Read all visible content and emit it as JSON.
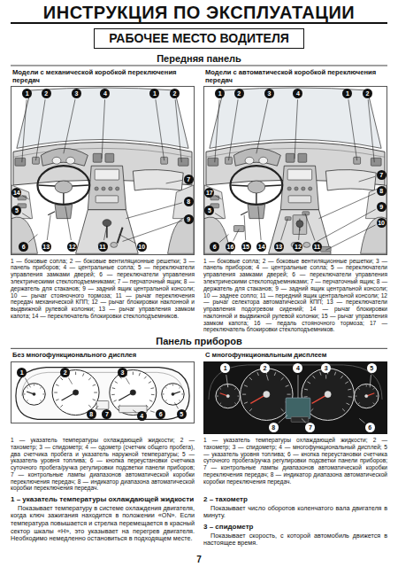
{
  "diagram": {
    "title": "ИНСТРУКЦИЯ ПО ЭКСПЛУАТАЦИИ",
    "nodes": [
      {
        "text": [
          "РАБОЧЕЕ МЕСТО ВОДИТЕЛЯ"
        ]
      },
      {
        "text": [
          "Модели с механической коробкой переключения передач"
        ]
      },
      {
        "text": [
          "Модели с автоматической коробкой переключения передач"
        ]
      },
      {
        "text": [
          "Без многофункционального дисплея"
        ]
      },
      {
        "text": [
          "С многофункциональным дисплеем"
        ]
      }
    ],
    "labels": [
      "Передняя панель",
      "1",
      "2",
      "3",
      "4",
      "1",
      "2",
      "14",
      "5",
      "7",
      "8",
      "9",
      "6",
      "13",
      "12",
      "11",
      "10",
      "1",
      "2",
      "3",
      "4",
      "1",
      "2",
      "17",
      "5",
      "7",
      "8",
      "9",
      "10",
      "6",
      "16",
      "15",
      "14",
      "13",
      "12",
      "11",
      "1 — боковые сопла; 2 — боковые вентиляционные решетки; 3 — панель приборов; 4 — центральные сопла; 5 — переключатели управления замками дверей; 6 — переключатели управления электрическими стеклоподъемниками; 7 — перчаточный ящик; 8 — держатель для стаканов; 9 — задний ящик центральной консоли; 10 — рычаг стояночного тормоза; 11 — рычаг переключения передач механической КПП; 12 — рычаг блокировки наклонной и выдвижной рулевой колонки; 13 — рычаг управления замком капота; 14 — переключатель блокировки стеклоподъемников.",
      "1 — боковые сопла; 2 — боковые вентиляционные решетки; 3 — панель приборов; 4 — центральные сопла; 5 — переключатели управления замками дверей; 6 — переключатели управления электрическими стеклоподъемниками; 7 — перчаточный ящик; 8 — держатель для стаканов; 9 — задний ящик центральной консоли; 10 — заднее сопло; 11 — передний ящик центральной консоли; 12 — рычаг селектора автоматической КПП; 13 — переключатели управления подогревом сидений; 14 — рычаг блокировки наклонной и выдвижной рулевой колонки; 15 — рычаг управления замком капота; 16 — педаль стояночного тормоза; 17 — переключатель блокировки стеклоподъемников.",
      "Панель приборов",
      "1",
      "2",
      "3",
      "8",
      "7",
      "4",
      "6",
      "5",
      "1",
      "2",
      "3",
      "4",
      "5",
      "8",
      "7",
      "6",
      "1 — указатель температуры охлаждающей жидкости; 2 — тахометр; 3 — спидометр; 4 — одометр (счетчик общего пробега), два счетчика пробега и указатель наружной температуры; 5 — указатель уровня топлива; 6 — кнопка переустановки счетчика суточного пробега/ручка регулировки подсветки панели приборов; 7 — контрольные лампы диапазонов автоматической коробки переключения передач; 8 — индикатор диапазона автоматической коробки переключения передач.",
      "1 — указатель температуры охлаждающей жидкости; 2 — тахометр; 3 — спидометр; 4 — многофункциональный дисплей; 5 — указатель уровня топлива; 6 — кнопка переустановки счетчика суточного пробега/ручка регулировки подсветки панели приборов; 7 — контрольные лампы диапазонов автоматической коробки переключения передач; 8 — индикатор диапазона автоматической коробки переключения передач.",
      "1 – указатель температуры охлаждающей жидкости",
      "Показывает температуру в системе охлаждения двигателя, когда ключ зажигания находится в положении «ON». Если температура повышается и стрелка перемещается в красный сектор шкалы «H», это указывает на перегрев двигателя. Необходимо немедленно остановиться в подходящем месте.",
      "2 – тахометр",
      "Показывает число оборотов коленчатого вала двигателя в минуту.",
      "3 – спидометр",
      "Показывает скорость, с которой автомобиль движется в настоящее время.",
      "7"
    ]
  }
}
